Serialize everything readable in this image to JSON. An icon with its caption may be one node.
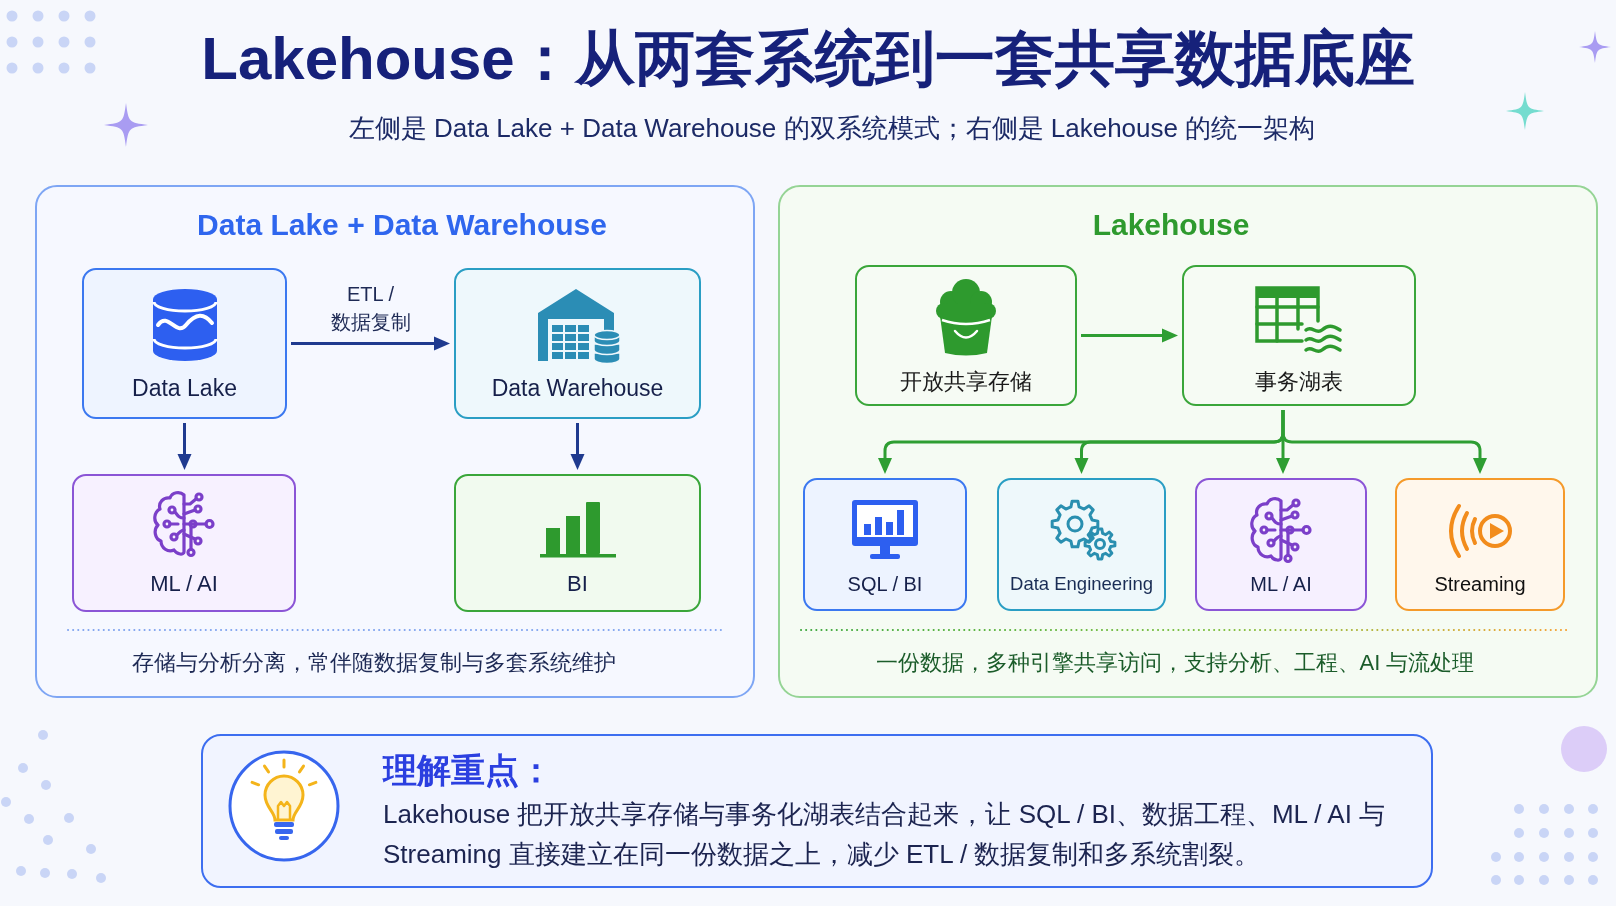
{
  "diagram": {
    "title": "Lakehouse：从两套系统到一套共享数据底座",
    "nodes": [
      {
        "text": [
          "Data Lake + Data Warehouse",
          "存储与分析分离，常伴随数据复制与多套系统维护"
        ]
      },
      {
        "text": [
          "Data Lake"
        ],
        "in": 0
      },
      {
        "text": [
          "Data Warehouse"
        ],
        "in": 0
      },
      {
        "text": [
          "ML / AI"
        ],
        "in": 0
      },
      {
        "text": [
          "BI"
        ],
        "in": 0
      },
      {
        "text": [
          "Lakehouse",
          "一份数据，多种引擎共享访问，支持分析、工程、AI 与流处理"
        ]
      },
      {
        "text": [
          "开放共享存储"
        ],
        "in": 5
      },
      {
        "text": [
          "事务湖表"
        ],
        "in": 5
      },
      {
        "text": [
          "SQL / BI"
        ],
        "in": 5
      },
      {
        "text": [
          "Data Engineering"
        ],
        "in": 5
      },
      {
        "text": [
          "ML / AI"
        ],
        "in": 5
      },
      {
        "text": [
          "Streaming"
        ],
        "in": 5
      },
      {
        "text": [
          "理解重点：",
          "Lakehouse 把开放共享存储与事务化湖表结合起来，让 SQL / BI、数据工程、ML / AI 与 Streaming 直接建立在同一份数据之上，减少 ETL / 数据复制和多系统割裂。"
        ]
      }
    ],
    "edges": [
      {
        "from": 1,
        "to": 2,
        "arrow": "to",
        "label": "ETL / 数据复制",
        "color": "#1f3a8f"
      },
      {
        "from": 1,
        "to": 3,
        "arrow": "to",
        "color": "#1f3a8f"
      },
      {
        "from": 2,
        "to": 4,
        "arrow": "to",
        "color": "#1f3a8f"
      },
      {
        "from": 6,
        "to": 7,
        "arrow": "to"
      },
      {
        "from": 7,
        "to": 8,
        "arrow": "to"
      },
      {
        "from": 7,
        "to": 9,
        "arrow": "to"
      },
      {
        "from": 7,
        "to": 10,
        "arrow": "to"
      },
      {
        "from": 7,
        "to": 11,
        "arrow": "to"
      }
    ],
    "labels": [
      "左侧是 Data Lake + Data Warehouse 的双系统模式；右侧是 Lakehouse 的统一架构"
    ]
  }
}
